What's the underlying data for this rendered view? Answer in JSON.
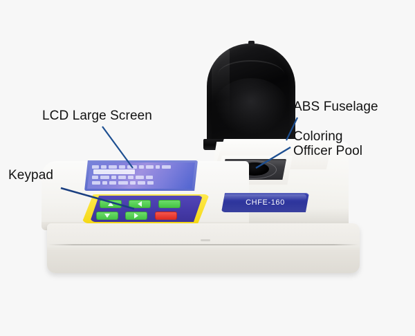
{
  "scene": {
    "background_color": "#f7f7f7",
    "subject": "benchtop colorimeter instrument",
    "model_badge": "CHFE-160"
  },
  "annotations": [
    {
      "id": "lcd",
      "label": "LCD Large Screen",
      "points_to": "lcd-screen",
      "leader_color": "#1d4f91"
    },
    {
      "id": "keypad",
      "label": "Keypad",
      "points_to": "keypad-panel",
      "leader_color": "#1a3f80"
    },
    {
      "id": "abs",
      "label": "ABS Fuselage",
      "points_to": "instrument-body",
      "leader_color": "#1d4f91"
    },
    {
      "id": "pool",
      "label": "Coloring\nOfficer Pool",
      "points_to": "sample-well",
      "leader_color": "#1d4f91"
    }
  ],
  "instrument": {
    "body_color": "#f2f0ec",
    "lid": {
      "name": "sample compartment lid",
      "state": "open",
      "color": "#0a0a0b"
    },
    "sample_well": {
      "name": "coloring officer pool",
      "recess_color": "#33333a",
      "hole_color": "#000000"
    },
    "display": {
      "name": "LCD large screen",
      "bezel_color": "#5d6ccc",
      "screen_color": "#7b7ddb",
      "backlight": "blue-violet",
      "content_legible": false
    },
    "keypad": {
      "panel_color": "#453aa8",
      "accent_color": "#f5d916",
      "keys": [
        {
          "id": "up",
          "icon": "arrow-up-icon",
          "color": "#45c445",
          "label": ""
        },
        {
          "id": "left",
          "icon": "arrow-left-icon",
          "color": "#45c445",
          "label": ""
        },
        {
          "id": "blank",
          "icon": "blank-key-icon",
          "color": "#45c445",
          "label": ""
        },
        {
          "id": "down",
          "icon": "arrow-down-icon",
          "color": "#45c445",
          "label": ""
        },
        {
          "id": "right",
          "icon": "arrow-right-icon",
          "color": "#45c445",
          "label": ""
        },
        {
          "id": "red",
          "icon": "enter-key-icon",
          "color": "#e02b22",
          "label": ""
        }
      ]
    },
    "badge": {
      "text": "CHFE-160",
      "background_color": "#2e359c",
      "text_color": "#ffffff"
    }
  }
}
